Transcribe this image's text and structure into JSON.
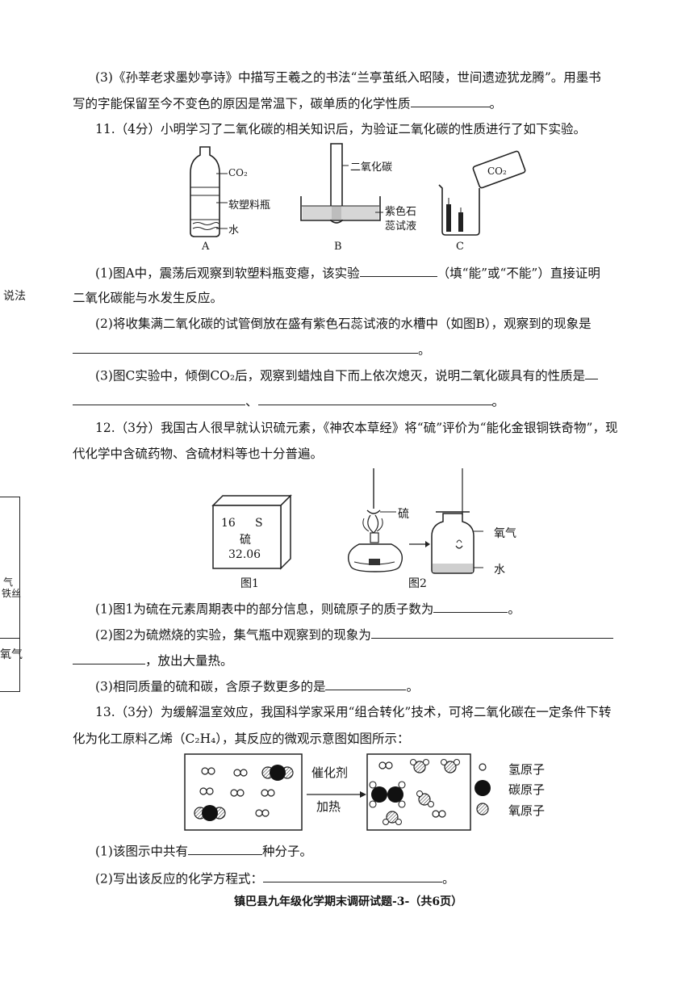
{
  "q10": {
    "p3": "(3)《孙莘老求墨妙亭诗》中描写王羲之的书法“兰亭茧纸入昭陵，世间遗迹犹龙腾”。用墨书写的字能保留至今不变色的原因是常温下，碳单质的化学性质",
    "p3_line1": "(3)《孙莘老求墨妙亭诗》中描写王羲之的书法“兰亭茧纸入昭陵，世间遗迹犹龙腾”。用墨书",
    "p3_line2": "写的字能保留至今不变色的原因是常温下，碳单质的化学性质",
    "end": "。"
  },
  "q11": {
    "head": "11.（4分）小明学习了二氧化碳的相关知识后，为验证二氧化碳的性质进行了如下实验。",
    "figA": {
      "co2": "CO₂",
      "bottle": "软塑料瓶",
      "water": "水",
      "label": "A"
    },
    "figB": {
      "co2": "二氧化碳",
      "litmus1": "紫色石",
      "litmus2": "蕊试液",
      "label": "B"
    },
    "figC": {
      "co2": "CO₂",
      "label": "C"
    },
    "p1_a": "(1)图A中，震荡后观察到软塑料瓶变瘪，该实验",
    "p1_b": "（填“能”或“不能”）直接证明",
    "p1_c": "二氧化碳能与水发生反应。",
    "p2": "(2)将收集满二氧化碳的试管倒放在盛有紫色石蕊试液的水槽中（如图B），观察到的现象是",
    "p2_end": "。",
    "p3": "(3)图C实验中，倾倒CO₂后，观察到蜡烛自下而上依次熄灭，说明二氧化碳具有的性质是",
    "sep": "、",
    "p3_end": "。"
  },
  "q12": {
    "head1": "12.（3分）我国古人很早就认识硫元素，《神农本草经》将“硫”评价为“能化金银铜铁奇物”，现",
    "head2": "代化学中含硫药物、含硫材料等也十分普遍。",
    "fig1": {
      "number": "16",
      "symbol": "S",
      "name": "硫",
      "mass": "32.06",
      "caption": "图1"
    },
    "fig2": {
      "sulfur": "硫",
      "oxygen": "氧气",
      "water": "水",
      "caption": "图2"
    },
    "p1": "(1)图1为硫在元素周期表中的部分信息，则硫原子的质子数为",
    "p1_end": "。",
    "p2": "(2)图2为硫燃烧的实验，集气瓶中观察到的现象为",
    "p2_b": "，放出大量热。",
    "p3": "(3)相同质量的硫和碳，含原子数更多的是",
    "p3_end": "。"
  },
  "q13": {
    "head1": "13.（3分）为缓解温室效应，我国科学家采用“组合转化”技术，可将二氧化碳在一定条件下转",
    "head2": "化为化工原料乙烯（C₂H₄），其反应的微观示意图如图所示：",
    "catalyst": "催化剂",
    "heat": "加热",
    "legend": [
      "氢原子",
      "碳原子",
      "氧原子"
    ],
    "p1_a": "(1)该图示中共有",
    "p1_b": "种分子。",
    "p2": "(2)写出该反应的化学方程式：",
    "p2_end": "。"
  },
  "footer": "镇巴县九年级化学期末调研试题-3-（共6页）",
  "left_edge": {
    "a": "说法",
    "b": "气",
    "c": "铁丝",
    "d": "氧气"
  }
}
